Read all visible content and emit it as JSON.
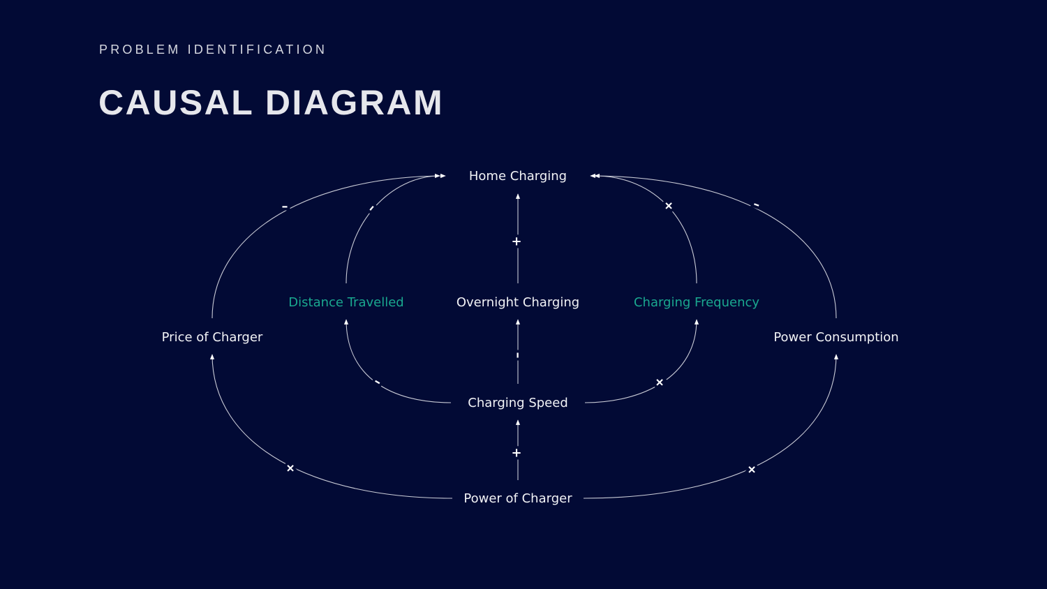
{
  "header": {
    "kicker": "PROBLEM IDENTIFICATION",
    "title": "CAUSAL DIAGRAM"
  },
  "colors": {
    "background": "#020a35",
    "text": "#f2f3f6",
    "accent": "#1aa88f",
    "line": "#c9cbd6"
  },
  "nodes": {
    "home_charging": "Home Charging",
    "distance_travelled": "Distance Travelled",
    "overnight_charging": "Overnight Charging",
    "charging_frequency": "Charging Frequency",
    "price_of_charger": "Price of Charger",
    "power_consumption": "Power Consumption",
    "charging_speed": "Charging Speed",
    "power_of_charger": "Power of Charger"
  },
  "edges": [
    {
      "from": "Price of Charger",
      "to": "Home Charging",
      "sign": "-"
    },
    {
      "from": "Distance Travelled",
      "to": "Home Charging",
      "sign": "-"
    },
    {
      "from": "Overnight Charging",
      "to": "Home Charging",
      "sign": "+"
    },
    {
      "from": "Power Consumption",
      "to": "Home Charging",
      "sign": "-"
    },
    {
      "from": "Charging Frequency",
      "to": "Home Charging",
      "sign": "+"
    },
    {
      "from": "Charging Speed",
      "to": "Distance Travelled",
      "sign": "-"
    },
    {
      "from": "Charging Speed",
      "to": "Overnight Charging",
      "sign": "-"
    },
    {
      "from": "Charging Speed",
      "to": "Charging Frequency",
      "sign": "+"
    },
    {
      "from": "Power of Charger",
      "to": "Charging Speed",
      "sign": "+"
    },
    {
      "from": "Power of Charger",
      "to": "Price of Charger",
      "sign": "+"
    },
    {
      "from": "Power of Charger",
      "to": "Power Consumption",
      "sign": "+"
    }
  ]
}
